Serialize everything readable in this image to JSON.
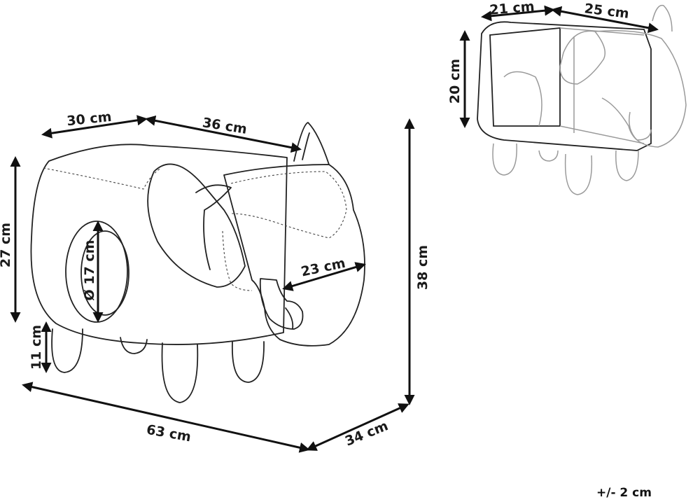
{
  "dimensions": {
    "top_depth": "30 cm",
    "top_length": "36 cm",
    "body_height": "27 cm",
    "hole_diameter": "Ø 17 cm",
    "head_width": "23 cm",
    "leg_height": "11 cm",
    "total_height": "38 cm",
    "total_length": "63 cm",
    "total_depth": "34 cm",
    "inner_depth": "21 cm",
    "inner_length": "25 cm",
    "inner_height": "20 cm"
  },
  "tolerance": "+/- 2 cm"
}
